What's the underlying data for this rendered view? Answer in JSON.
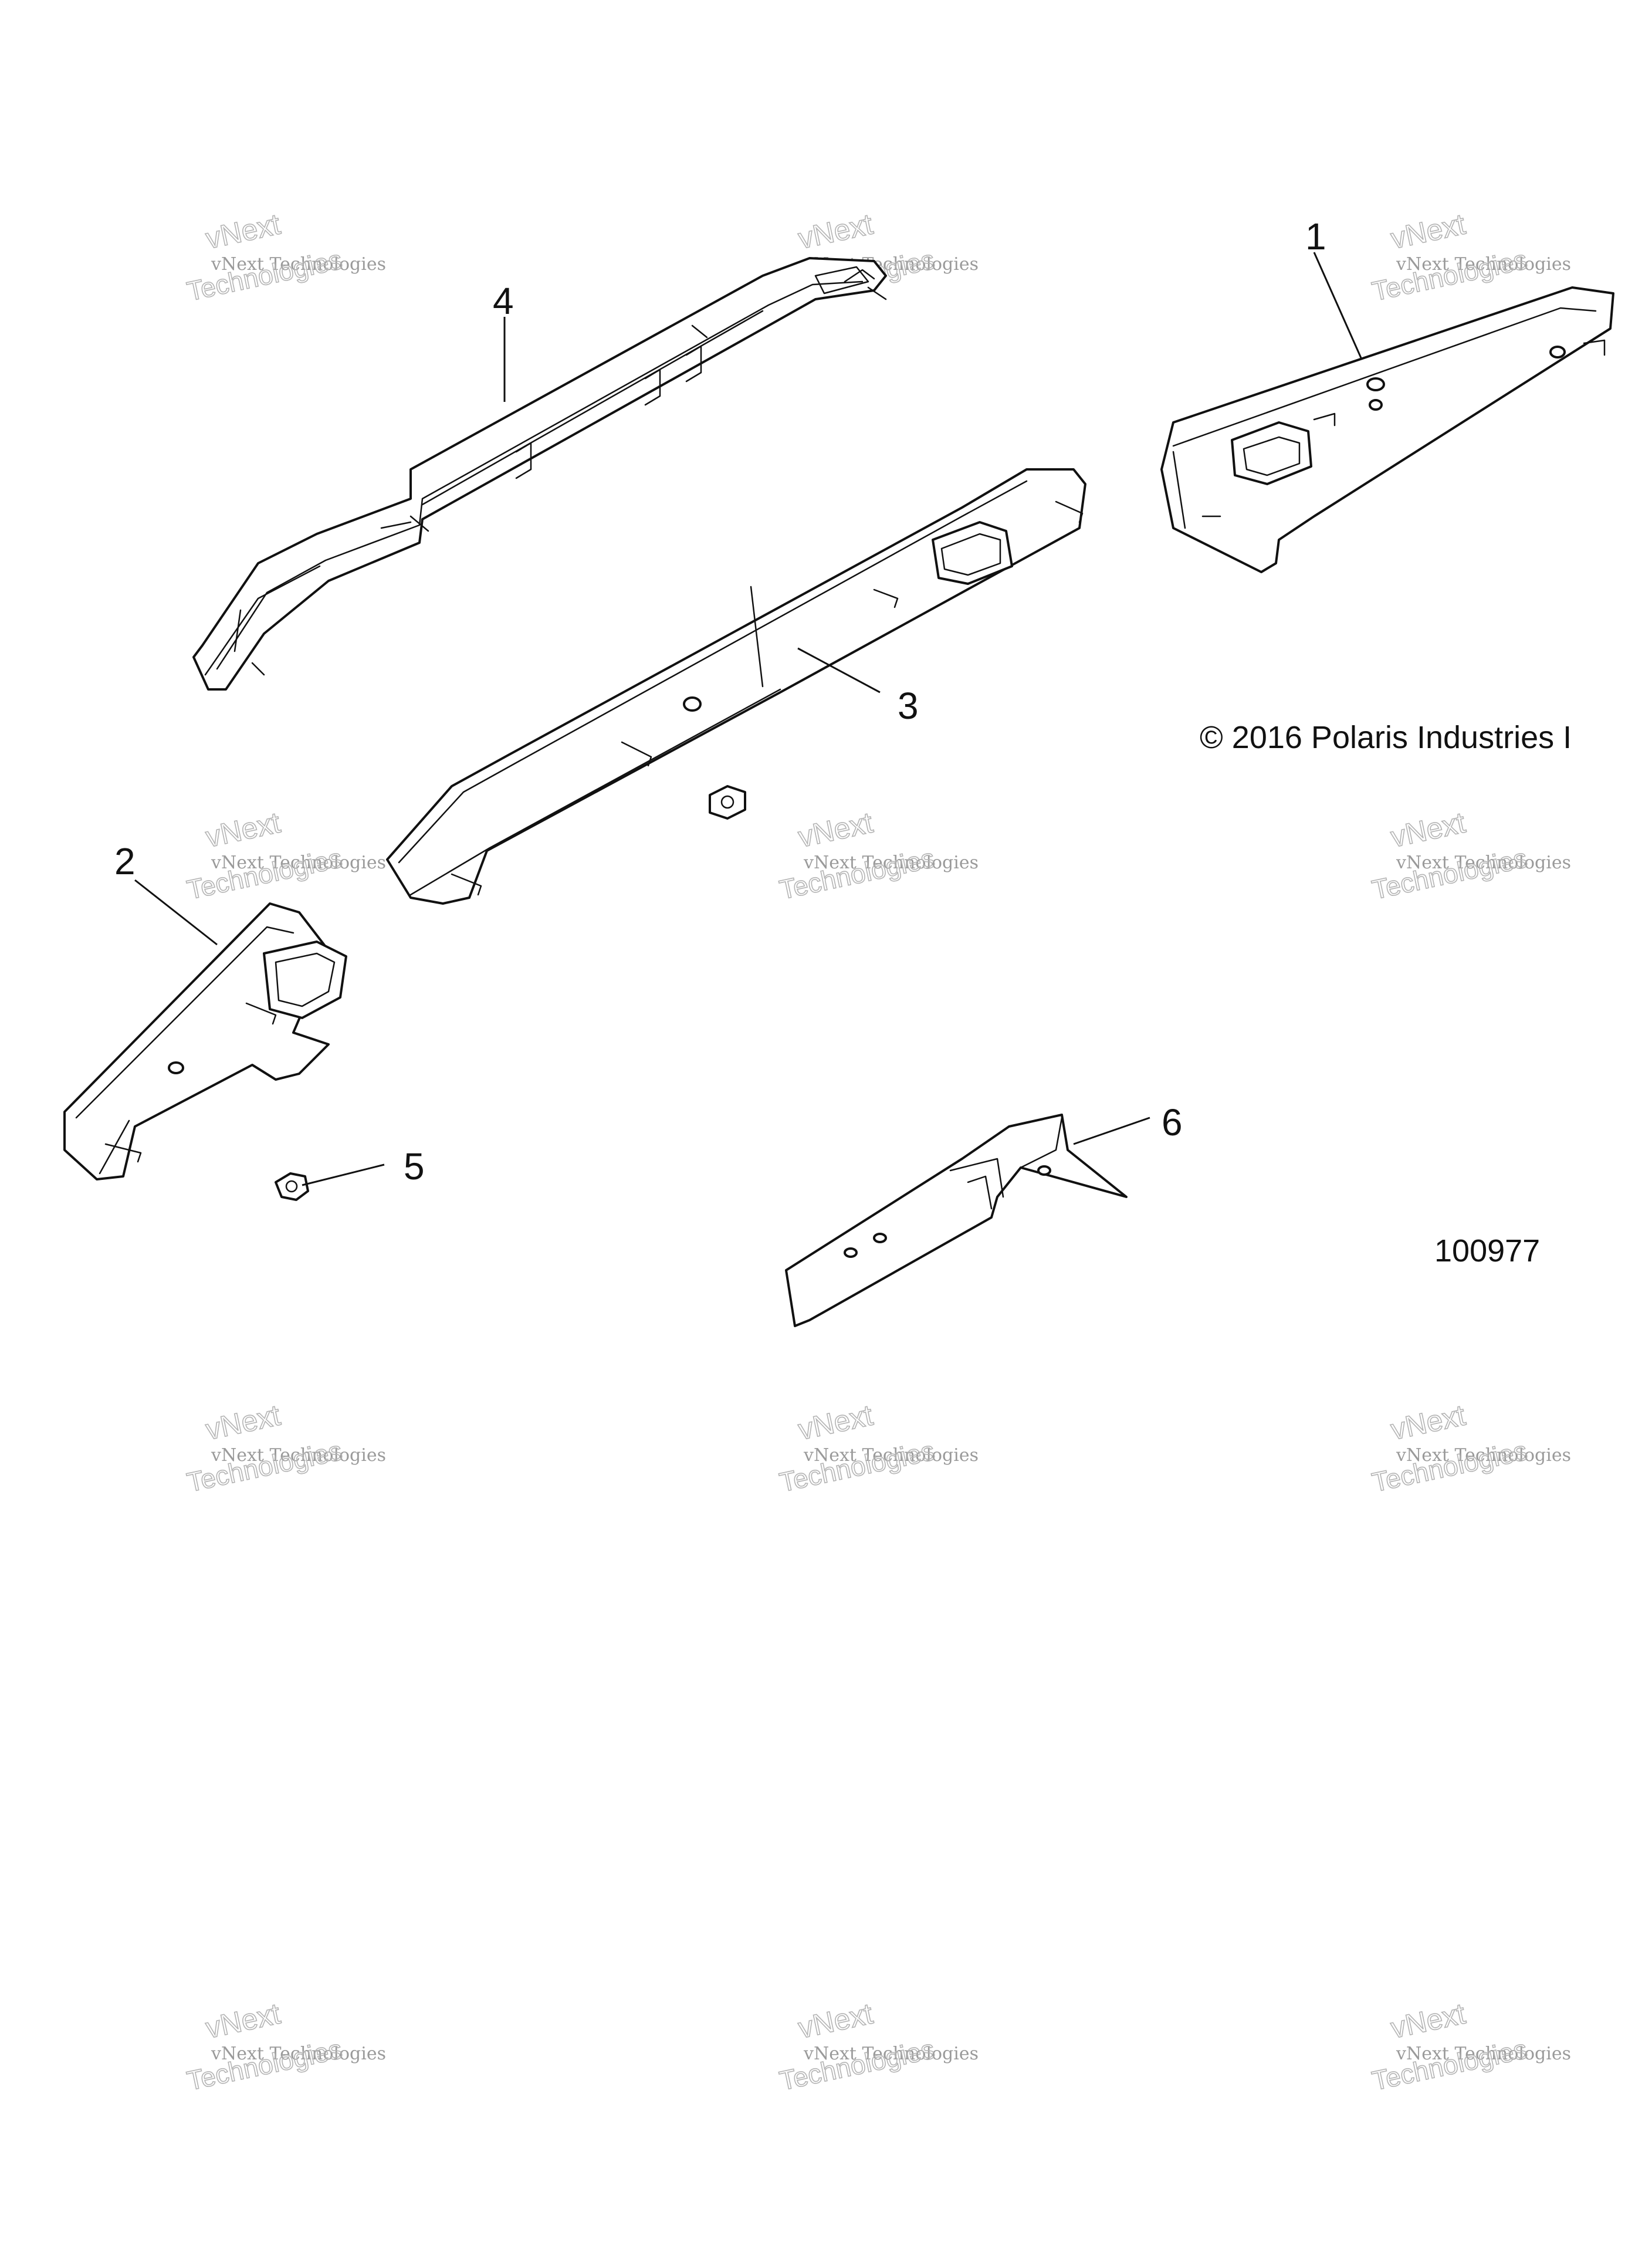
{
  "diagram": {
    "callouts": [
      {
        "id": "1",
        "label": "1"
      },
      {
        "id": "2",
        "label": "2"
      },
      {
        "id": "3",
        "label": "3"
      },
      {
        "id": "4",
        "label": "4"
      },
      {
        "id": "5",
        "label": "5"
      },
      {
        "id": "6",
        "label": "6"
      }
    ],
    "copyright": "© 2016 Polaris Industries I",
    "figure_number": "100977"
  },
  "watermark": {
    "line1": "vNext Technologies",
    "line2": "vNext",
    "line3": "Technologies"
  }
}
